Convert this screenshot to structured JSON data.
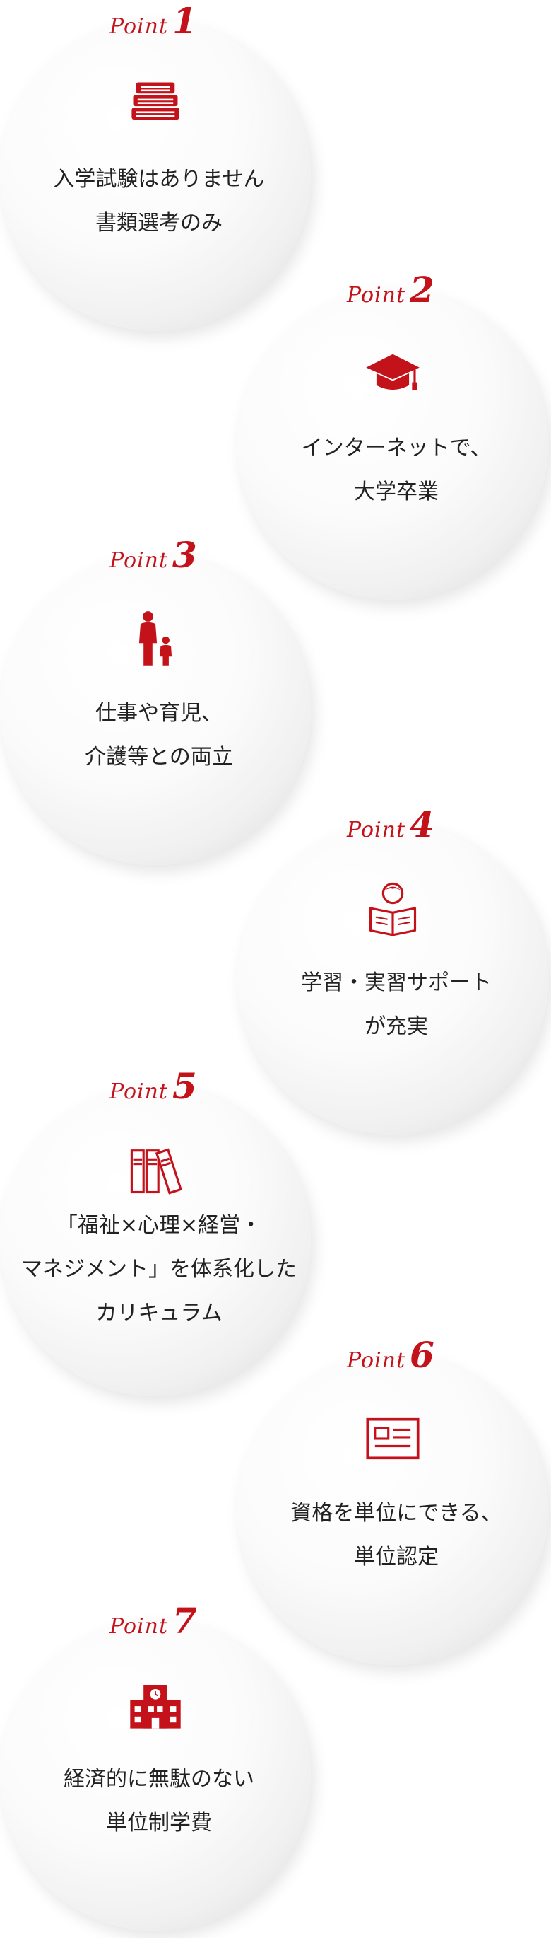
{
  "points": [
    {
      "word": "Point",
      "number": "1",
      "icon": "books-stack-icon",
      "lines": [
        "入学試験はありません",
        "書類選考のみ"
      ]
    },
    {
      "word": "Point",
      "number": "2",
      "icon": "graduation-cap-icon",
      "lines": [
        "インターネットで、",
        "大学卒業"
      ]
    },
    {
      "word": "Point",
      "number": "3",
      "icon": "parent-child-icon",
      "lines": [
        "仕事や育児、",
        "介護等との両立"
      ]
    },
    {
      "word": "Point",
      "number": "4",
      "icon": "person-reading-icon",
      "lines": [
        "学習・実習サポート",
        "が充実"
      ]
    },
    {
      "word": "Point",
      "number": "5",
      "icon": "binders-icon",
      "lines": [
        "「福祉×心理×経営・",
        "マネジメント」を体系化した",
        "カリキュラム"
      ]
    },
    {
      "word": "Point",
      "number": "6",
      "icon": "certificate-card-icon",
      "lines": [
        "資格を単位にできる、",
        "単位認定"
      ]
    },
    {
      "word": "Point",
      "number": "7",
      "icon": "school-building-icon",
      "lines": [
        "経済的に無駄のない",
        "単位制学費"
      ]
    }
  ],
  "colors": {
    "accent": "#c4121b",
    "text": "#222222"
  }
}
